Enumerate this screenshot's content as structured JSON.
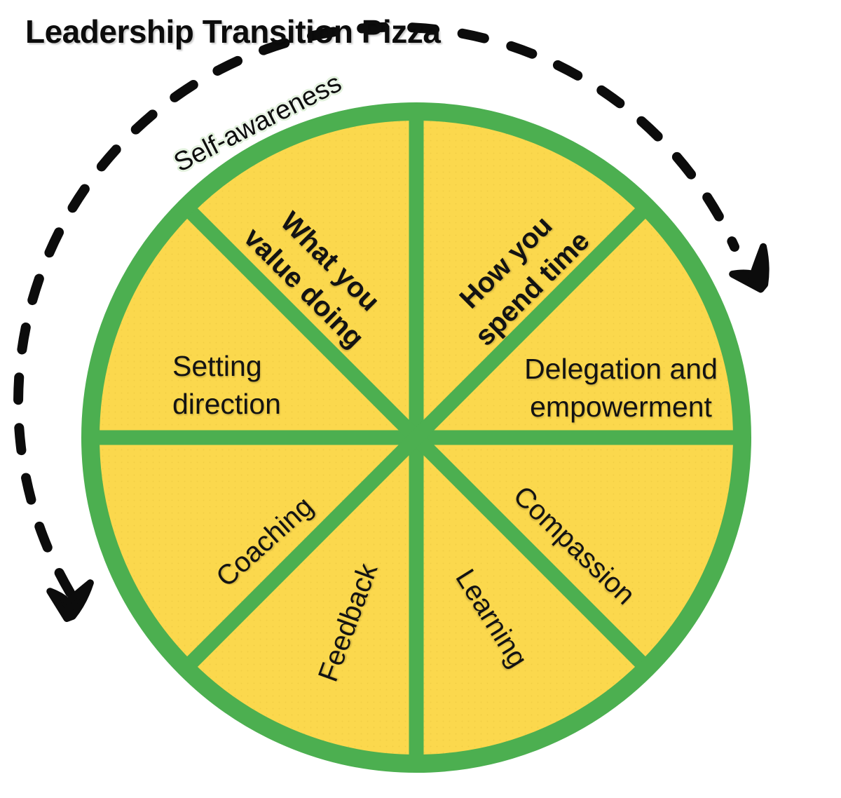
{
  "title": "Leadership Transition Pizza",
  "arc": {
    "label": "Self-awareness",
    "style": "dashed-double-headed-arc"
  },
  "slices": [
    {
      "id": "what-you-value-doing",
      "label": "What you\nvalue doing",
      "emphasis": "bold"
    },
    {
      "id": "how-you-spend-time",
      "label": "How you\nspend time",
      "emphasis": "bold"
    },
    {
      "id": "setting-direction",
      "label": "Setting\ndirection",
      "emphasis": "normal"
    },
    {
      "id": "delegation-and-empowerment",
      "label": "Delegation and\nempowerment",
      "emphasis": "normal"
    },
    {
      "id": "coaching",
      "label": "Coaching",
      "emphasis": "normal"
    },
    {
      "id": "feedback",
      "label": "Feedback",
      "emphasis": "normal"
    },
    {
      "id": "learning",
      "label": "Learning",
      "emphasis": "normal"
    },
    {
      "id": "compassion",
      "label": "Compassion",
      "emphasis": "normal"
    }
  ],
  "colors": {
    "pizza_fill": "#FBD84D",
    "pizza_fill_dots": "#EDC83F",
    "pizza_outline": "#4CAF50",
    "text": "#131313",
    "arrow": "#0C0C0C",
    "arc_label_halo": "#CFE9C6",
    "background": "#FFFFFF"
  }
}
